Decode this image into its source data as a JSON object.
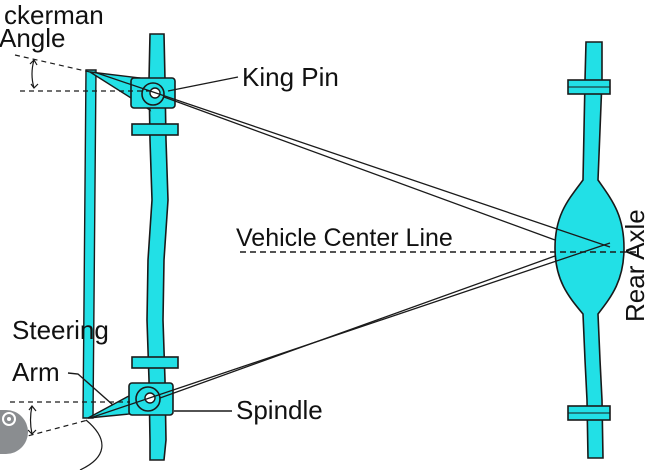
{
  "labels": {
    "ackerman_line1": "ckerman",
    "ackerman_line2": "Angle",
    "king_pin": "King Pin",
    "vehicle_center_line": "Vehicle Center Line",
    "rear_axle": "Rear Axle",
    "steering_line1": "Steering",
    "steering_line2": "Arm",
    "spindle": "Spindle"
  },
  "colors": {
    "part_fill": "#22e0e6",
    "outline": "#1a1a1a"
  },
  "icons": {
    "overlay_badge": "lens-icon"
  }
}
